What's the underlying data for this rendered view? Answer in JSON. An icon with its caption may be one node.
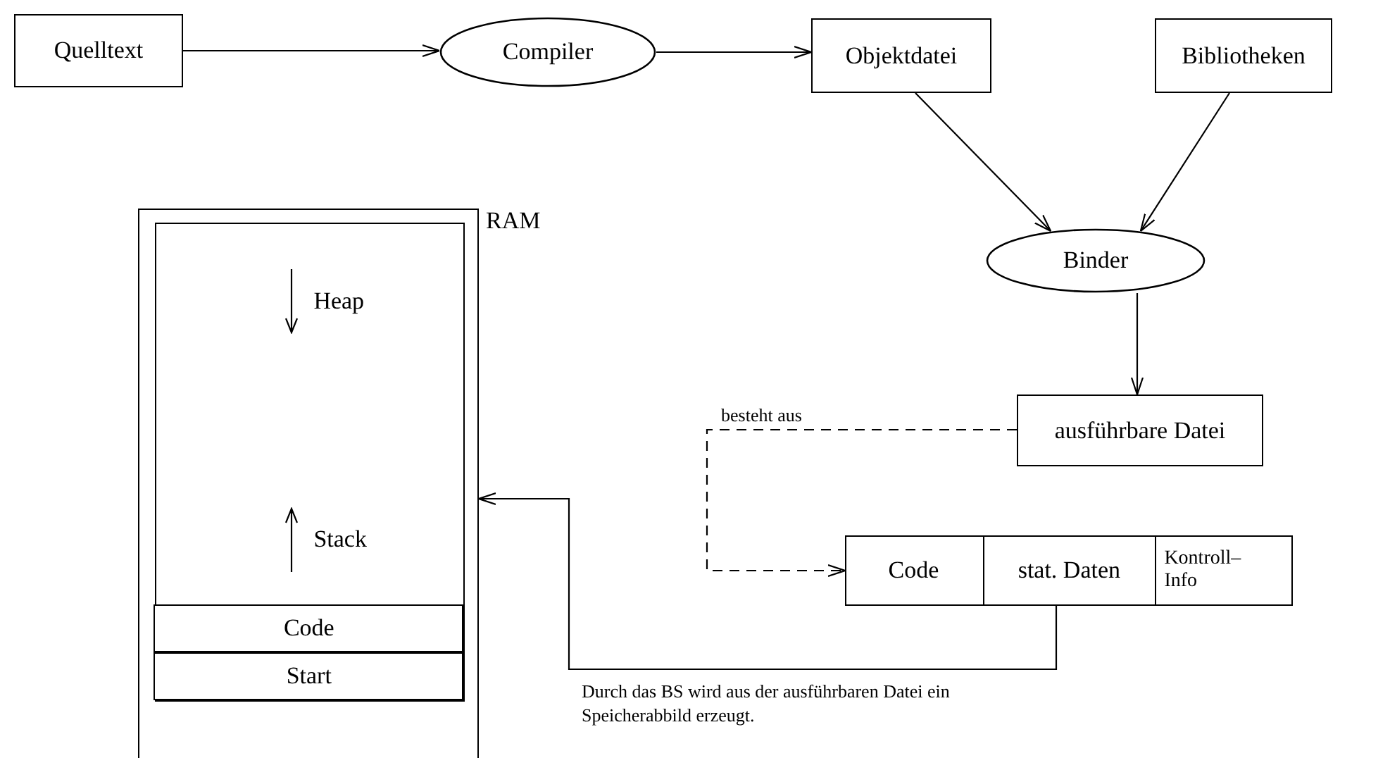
{
  "diagram": {
    "nodes": [
      {
        "text": [
          "Quelltext"
        ]
      },
      {
        "text": [
          "Compiler"
        ]
      },
      {
        "text": [
          "Objektdatei"
        ]
      },
      {
        "text": [
          "Bibliotheken"
        ]
      },
      {
        "text": [
          "Binder"
        ]
      },
      {
        "text": [
          "RAM"
        ]
      },
      {
        "text": [
          "Heap",
          "Stack"
        ],
        "in": 5
      },
      {
        "text": [
          "Code"
        ],
        "in": 6
      },
      {
        "text": [
          "Start"
        ],
        "in": 6
      },
      {
        "text": [
          "ausführbare Datei"
        ]
      },
      {
        "text": [],
        "shape": "box"
      },
      {
        "text": [
          "Code"
        ],
        "in": 10
      },
      {
        "text": [
          "stat. Daten"
        ],
        "in": 10
      },
      {
        "text": [
          "Kontroll– Info"
        ],
        "in": 10
      }
    ],
    "edges": [
      {
        "from": 0,
        "to": 1,
        "arrow": "to"
      },
      {
        "from": 1,
        "to": 2,
        "arrow": "to"
      },
      {
        "from": 2,
        "to": 4,
        "arrow": "to"
      },
      {
        "from": 3,
        "to": 4,
        "arrow": "to"
      },
      {
        "from": 4,
        "to": 9,
        "arrow": "to"
      },
      {
        "from": 9,
        "to": 10,
        "arrow": "to",
        "label": "besteht aus",
        "style": "dashed"
      },
      {
        "from": 10,
        "to": 5,
        "arrow": "to",
        "label": "Durch das BS wird aus der ausführbaren Datei ein Speicherabbild erzeugt."
      }
    ]
  }
}
